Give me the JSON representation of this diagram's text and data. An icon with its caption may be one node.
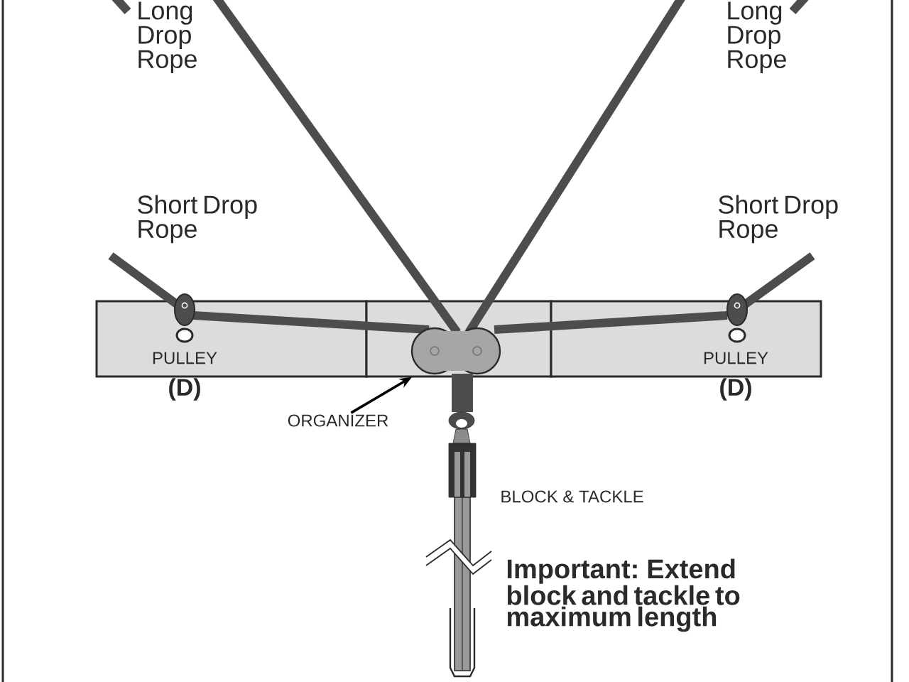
{
  "diagram": {
    "nodes": [
      {
        "text": [
          "PULLEY",
          "(D)"
        ]
      },
      {
        "text": [],
        "shape": "box"
      },
      {
        "text": [
          "PULLEY",
          "(D)"
        ]
      },
      {
        "text": [],
        "shape": "picture",
        "in": 1
      },
      {
        "text": [
          "ORGANIZER"
        ]
      }
    ],
    "edges": [
      {
        "from": 4,
        "to": 3,
        "arrow": "to"
      }
    ],
    "labels": [
      "Long Drop Rope",
      "Long Drop Rope",
      "Short Drop Rope",
      "Short Drop Rope",
      "BLOCK & TACKLE",
      "Important: Extend block and tackle to maximum length"
    ]
  }
}
